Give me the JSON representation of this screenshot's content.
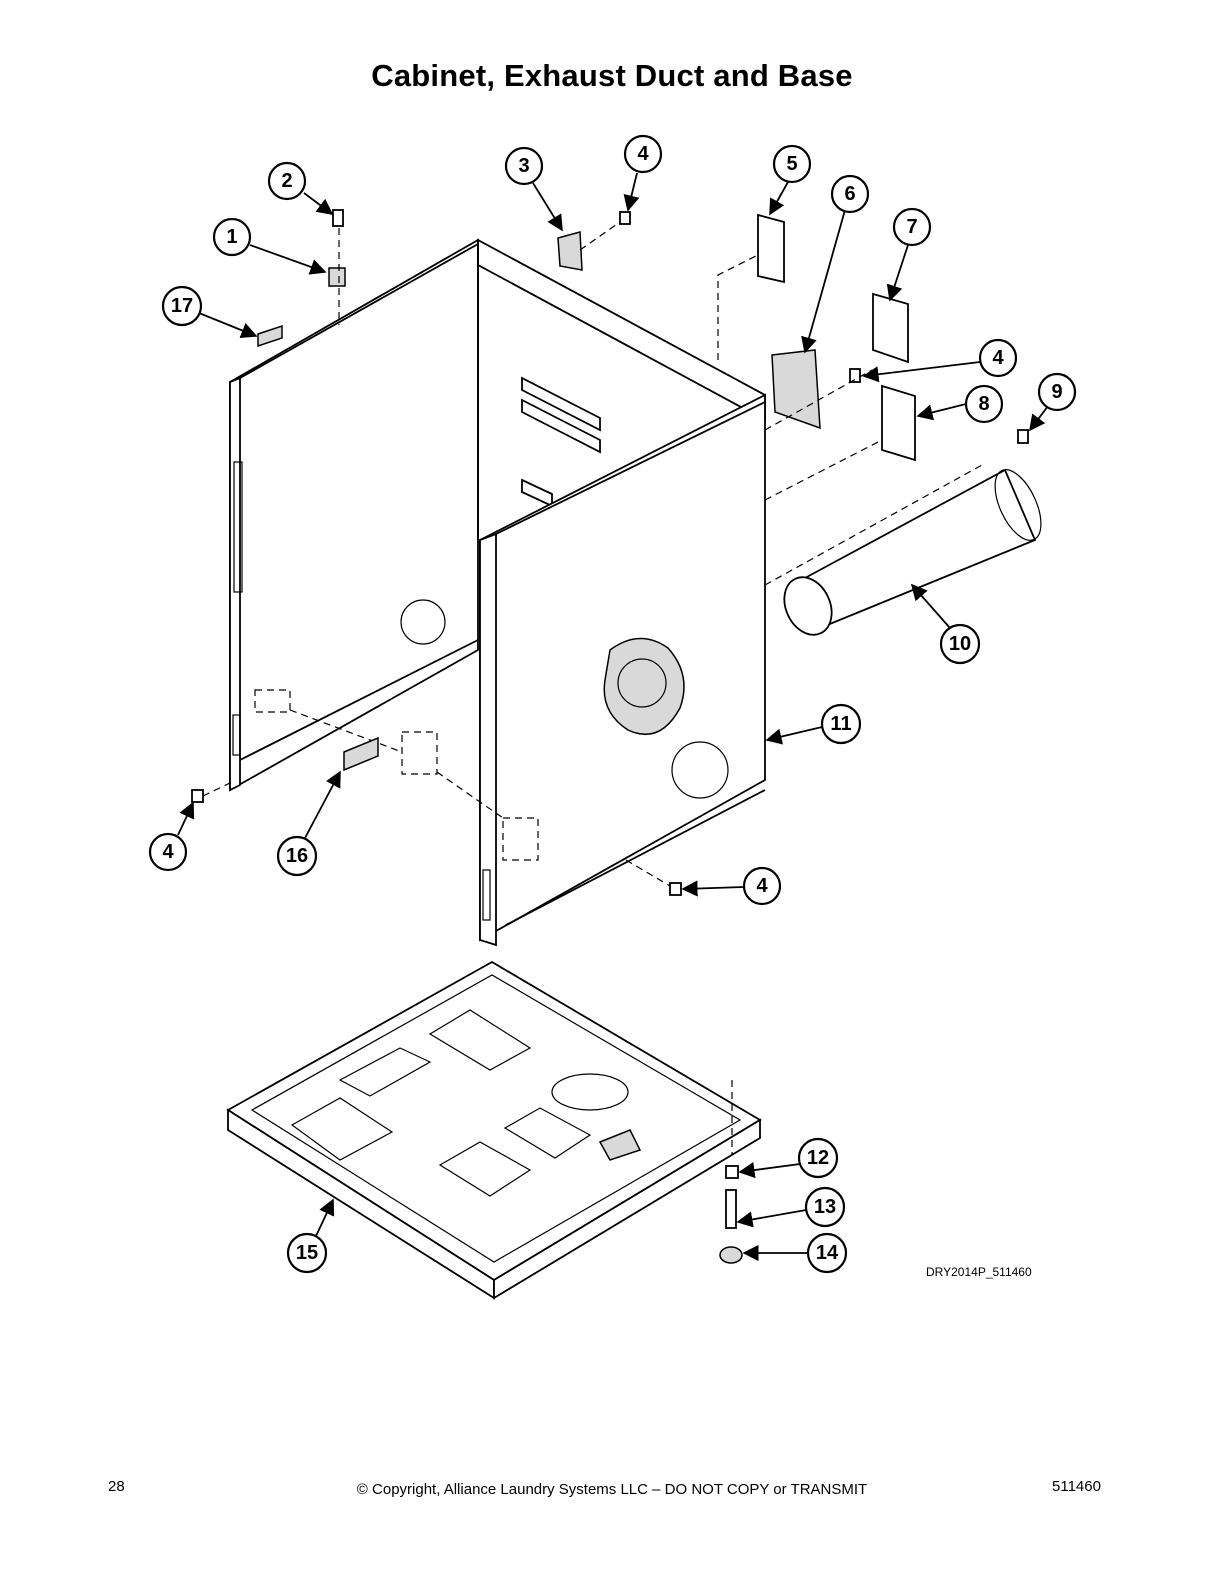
{
  "title": "Cabinet, Exhaust Duct and Base",
  "diagram_code": "DRY2014P_511460",
  "footer": {
    "page_number": "28",
    "copyright": "© Copyright, Alliance Laundry Systems LLC – DO NOT COPY or TRANSMIT",
    "doc_number": "511460"
  },
  "callouts": [
    {
      "label": "1"
    },
    {
      "label": "2"
    },
    {
      "label": "3"
    },
    {
      "label": "4"
    },
    {
      "label": "5"
    },
    {
      "label": "6"
    },
    {
      "label": "7"
    },
    {
      "label": "4"
    },
    {
      "label": "8"
    },
    {
      "label": "9"
    },
    {
      "label": "10"
    },
    {
      "label": "11"
    },
    {
      "label": "17"
    },
    {
      "label": "4"
    },
    {
      "label": "16"
    },
    {
      "label": "4"
    },
    {
      "label": "12"
    },
    {
      "label": "13"
    },
    {
      "label": "14"
    },
    {
      "label": "15"
    }
  ]
}
